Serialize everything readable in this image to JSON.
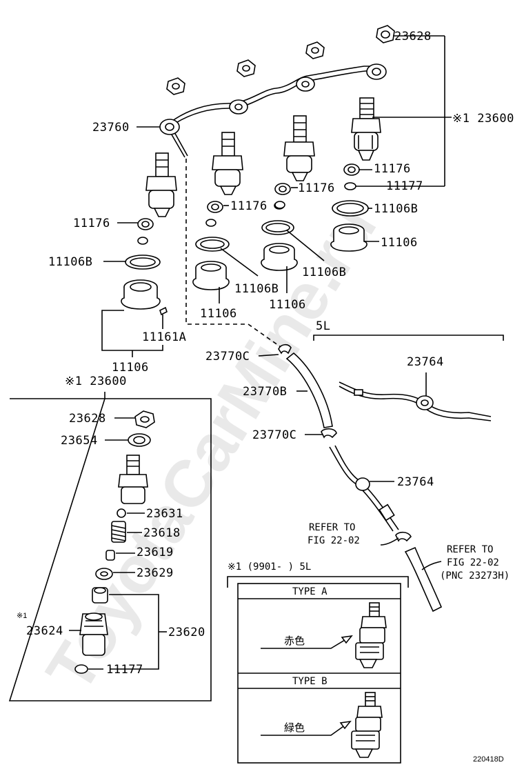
{
  "watermark": "ToyotaCarMine.ru",
  "footer_code": "220418D",
  "labels": {
    "p23628_top": "23628",
    "p23600_top": "※1 23600",
    "p23760": "23760",
    "p11176_r": "11176",
    "p11177_r": "11177",
    "p11176_m": "11176",
    "p11106B_r": "11106B",
    "p11176_m2": "11176",
    "p11106_r": "11106",
    "p11176_l": "11176",
    "p11106B_mr": "11106B",
    "p11106B_l": "11106B",
    "p11106B_m": "11106B",
    "p11106_mr": "11106",
    "p11106_m": "11106",
    "p11161A": "11161A",
    "p11106_l": "11106",
    "p5L": "5L",
    "p23770C_1": "23770C",
    "p23764_1": "23764",
    "p23770B": "23770B",
    "p23770C_2": "23770C",
    "p23764_2": "23764",
    "refer1_l1": "REFER TO",
    "refer1_l2": "FIG 22-02",
    "refer2_l1": "REFER TO",
    "refer2_l2": "FIG 22-02",
    "refer2_l3": "(PNC 23273H)",
    "box_title": "※1 23600",
    "p23628": "23628",
    "p23654": "23654",
    "p23631": "23631",
    "p23618": "23618",
    "p23619": "23619",
    "p23629": "23629",
    "p23624_mark": "※1",
    "p23624": "23624",
    "p23620": "23620",
    "p11177": "11177",
    "type_note": "※1 (9901-      ) 5L",
    "type_a": "TYPE A",
    "type_a_color": "赤色",
    "type_b": "TYPE B",
    "type_b_color": "緑色"
  }
}
